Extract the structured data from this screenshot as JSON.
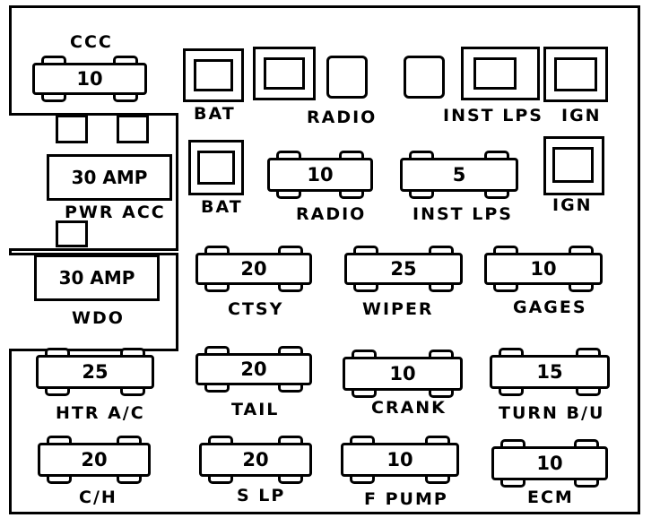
{
  "left_panel": {
    "top_fuse": {
      "label": "CCC",
      "value": "10"
    },
    "pwr_acc": {
      "value": "30 AMP",
      "label": "PWR ACC"
    },
    "wdo": {
      "value": "30 AMP",
      "label": "WDO"
    }
  },
  "top_row": {
    "bat": "BAT",
    "radio": "RADIO",
    "inst_lps": "INST LPS",
    "ign": "IGN"
  },
  "second_row": {
    "bat": "BAT",
    "radio": {
      "value": "10",
      "label": "RADIO"
    },
    "inst_lps": {
      "value": "5",
      "label": "INST LPS"
    },
    "ign": "IGN"
  },
  "fuses": [
    {
      "value": "20",
      "label": "CTSY"
    },
    {
      "value": "25",
      "label": "WIPER"
    },
    {
      "value": "10",
      "label": "GAGES"
    },
    {
      "value": "25",
      "label": "HTR A/C"
    },
    {
      "value": "20",
      "label": "TAIL"
    },
    {
      "value": "10",
      "label": "CRANK"
    },
    {
      "value": "15",
      "label": "TURN B/U"
    },
    {
      "value": "20",
      "label": "C/H"
    },
    {
      "value": "20",
      "label": "S LP"
    },
    {
      "value": "10",
      "label": "F PUMP"
    },
    {
      "value": "10",
      "label": "ECM"
    }
  ]
}
